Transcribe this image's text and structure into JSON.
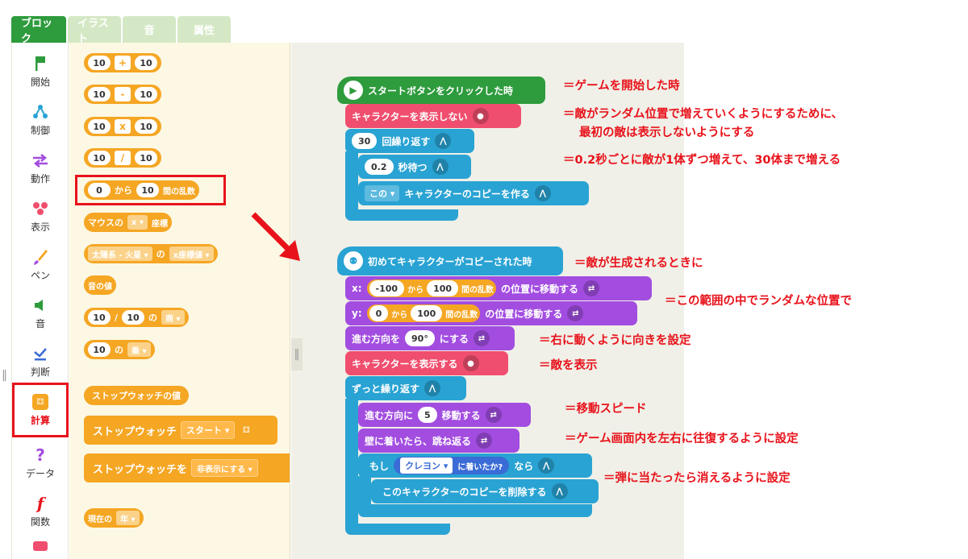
{
  "tabs": [
    "ブロック",
    "イラスト",
    "音",
    "属性"
  ],
  "sidebar": [
    {
      "label": "開始",
      "icon": "flag-icon",
      "color": "#2e9b3d"
    },
    {
      "label": "制御",
      "icon": "nodes-icon",
      "color": "#29a3d3"
    },
    {
      "label": "動作",
      "icon": "arrows-icon",
      "color": "#a24de0"
    },
    {
      "label": "表示",
      "icon": "dots-icon",
      "color": "#f04e6e"
    },
    {
      "label": "ペン",
      "icon": "brush-icon",
      "color": "#f5a623"
    },
    {
      "label": "音",
      "icon": "speaker-icon",
      "color": "#2e9b3d"
    },
    {
      "label": "判断",
      "icon": "check-icon",
      "color": "#3b6bd6"
    },
    {
      "label": "計算",
      "icon": "dice-icon",
      "color": "#f5a623"
    },
    {
      "label": "データ",
      "icon": "question-icon",
      "color": "#a24de0"
    },
    {
      "label": "関数",
      "icon": "function-icon",
      "color": "#e8121b"
    }
  ],
  "palette": {
    "add": {
      "a": "10",
      "op": "+",
      "b": "10"
    },
    "sub": {
      "a": "10",
      "op": "-",
      "b": "10"
    },
    "mul": {
      "a": "10",
      "op": "x",
      "b": "10"
    },
    "div": {
      "a": "10",
      "op": "/",
      "b": "10"
    },
    "random": {
      "a": "0",
      "from": "から",
      "b": "10",
      "label": "間の乱数"
    },
    "mouse": {
      "label": "マウスの",
      "dd": "x ▾",
      "suffix": "座標"
    },
    "planet": {
      "dd1": "太陽系 - 火星 ▾",
      "of": "の",
      "dd2": "x座標値 ▾"
    },
    "sound": {
      "label": "音の値"
    },
    "quot": {
      "a": "10",
      "op": "/",
      "b": "10",
      "of": "の",
      "dd": "商 ▾"
    },
    "pow": {
      "a": "10",
      "of": "の",
      "dd": "乗 ▾"
    },
    "sw_value": {
      "label": "ストップウォッチの値"
    },
    "sw_start": {
      "label": "ストップウォッチ",
      "dd": "スタート ▾"
    },
    "sw_hide": {
      "label": "ストップウォッチを",
      "dd": "非表示にする ▾"
    },
    "now": {
      "label": "現在の",
      "dd": "年 ▾"
    }
  },
  "script1": {
    "hat": "スタートボタンをクリックした時",
    "hide": "キャラクターを表示しない",
    "repeat_n": "30",
    "repeat": "回繰り返す",
    "wait_n": "0.2",
    "wait": "秒待つ",
    "copy_dd": "この ▾",
    "copy": "キャラクターのコピーを作る"
  },
  "script2": {
    "hat": "初めてキャラクターがコピーされた時",
    "x_label": "x:",
    "x_a": "-100",
    "x_from": "から",
    "x_b": "100",
    "x_rand": "間の乱数",
    "x_move": "の位置に移動する",
    "y_label": "y:",
    "y_a": "0",
    "y_from": "から",
    "y_b": "100",
    "y_rand": "間の乱数",
    "y_move": "の位置に移動する",
    "dir_label": "進む方向を",
    "dir_val": "90°",
    "dir_suffix": "にする",
    "show": "キャラクターを表示する",
    "forever": "ずっと繰り返す",
    "move_label": "進む方向に",
    "move_val": "5",
    "move_suffix": "移動する",
    "bounce": "壁に着いたら、跳ね返る",
    "if": "もし",
    "touch_dd": "クレヨン ▾",
    "touch": "に着いたか?",
    "then": "なら",
    "delete": "このキャラクターのコピーを削除する"
  },
  "notes": [
    "＝ゲームを開始した時",
    "＝敵がランダム位置で増えていくようにするために、",
    "最初の敵は表示しないようにする",
    "＝0.2秒ごとに敵が1体ずつ増えて、30体まで増える",
    "＝敵が生成されるときに",
    "＝この範囲の中でランダムな位置で",
    "＝右に動くように向きを設定",
    "＝敵を表示",
    "＝移動スピード",
    "＝ゲーム画面内を左右に往復するように設定",
    "＝弾に当たったら消えるように設定"
  ],
  "colors": {
    "accent": "#e8121b",
    "green": "#2e9b3d",
    "orange": "#f5a623",
    "blue": "#29a3d3",
    "purple": "#a24de0",
    "pink": "#f04e6e"
  }
}
